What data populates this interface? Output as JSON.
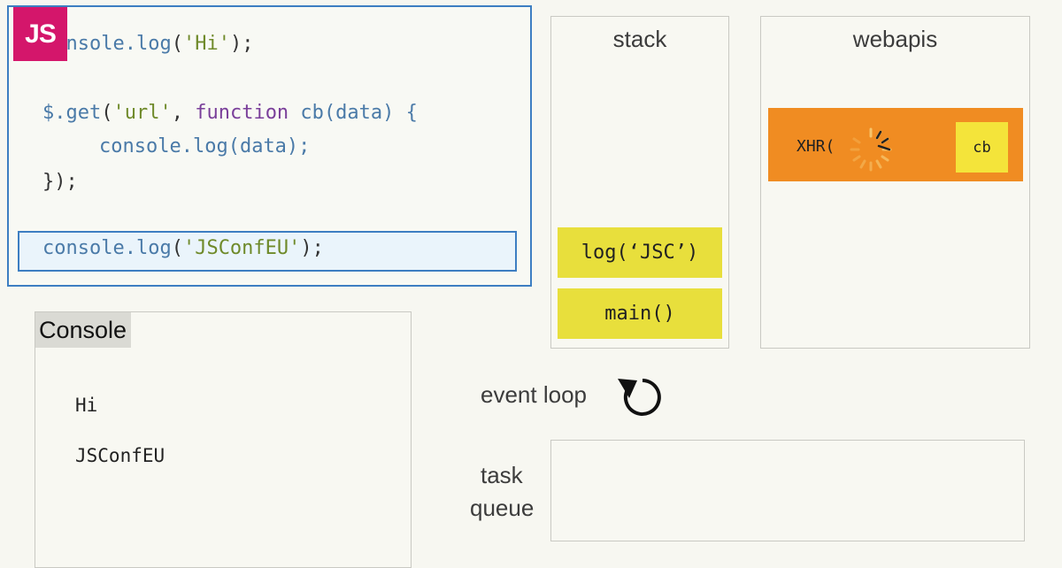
{
  "badge": "JS",
  "code": {
    "line1": {
      "prefix": "co",
      "fn": "nsole.log",
      "open": "(",
      "str": "'Hi'",
      "close": ");"
    },
    "line2": {
      "obj": "$.get",
      "open": "(",
      "str": "'url'",
      "comma": ", ",
      "kw": "function",
      "name": " cb",
      "params": "(data) {"
    },
    "line3": {
      "fn": "console.log",
      "rest": "(data);"
    },
    "line4": "});",
    "line5": {
      "fn": "console.log",
      "open": "(",
      "str": "'JSConfEU'",
      "close": ");"
    }
  },
  "stack": {
    "title": "stack",
    "frames": [
      {
        "label": "log(‘JSC’)"
      },
      {
        "label": "main()"
      }
    ]
  },
  "webapis": {
    "title": "webapis",
    "xhr_label": "XHR(",
    "cb_label": "cb"
  },
  "console": {
    "title": "Console",
    "lines": [
      "Hi",
      "JSConfEU"
    ]
  },
  "event_loop": {
    "label": "event loop"
  },
  "task_queue": {
    "label_line1": "task",
    "label_line2": "queue"
  },
  "colors": {
    "accent_blue": "#3d7ec2",
    "js_badge": "#d4166b",
    "frame_yellow": "#e8df3c",
    "xhr_orange": "#f08c22"
  }
}
